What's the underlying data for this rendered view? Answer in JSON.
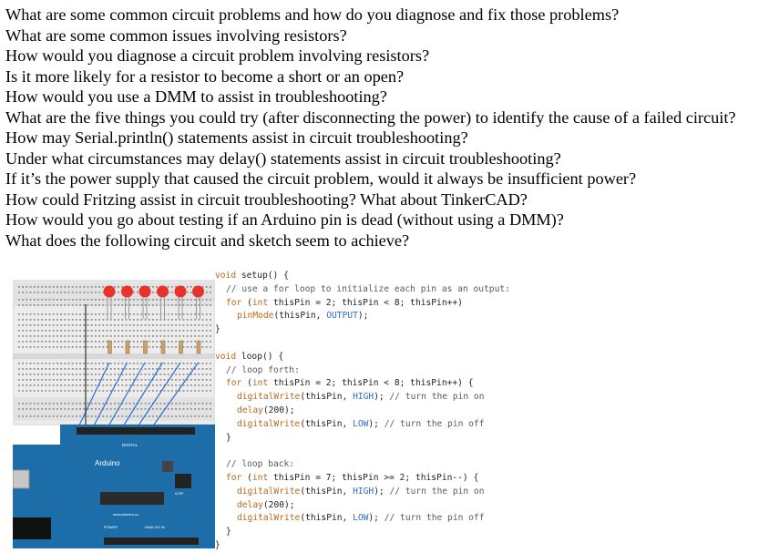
{
  "questions": [
    "What are some common circuit problems and how do you diagnose and fix those problems?",
    "What are some common issues involving resistors?",
    "How would you diagnose a circuit problem involving resistors?",
    "Is it more likely for a resistor to become a short or an open?",
    "How would you use a DMM to assist in troubleshooting?",
    "What are the five things you could try (after disconnecting the power) to identify the cause of a failed circuit?",
    "How may Serial.println() statements assist in circuit troubleshooting?",
    "Under what circumstances may delay() statements assist in circuit troubleshooting?",
    "If it’s the power supply that caused the circuit problem, would it always be insufficient power?",
    "How could Fritzing assist in circuit troubleshooting? What about TinkerCAD?",
    "How would you go about testing if an Arduino pin is dead (without using a DMM)?",
    "What does the following circuit and sketch seem to achieve?"
  ],
  "figure": {
    "board_label": "Arduino",
    "digital_label": "DIGITAL",
    "power_label": "POWER",
    "analog_label": "ANALOG IN",
    "icsp_label": "ICSP",
    "website_label": "www.arduino.cc",
    "led_color": "#e8322c",
    "board_color": "#1d6ea8"
  },
  "code": {
    "setup_sig_kw": "void",
    "setup_sig_rest": " setup() {",
    "setup_comment": "// use a for loop to initialize each pin as an output:",
    "setup_for_kw": "for",
    "setup_for_open": " (",
    "setup_for_int": "int",
    "setup_for_rest": " thisPin = 2; thisPin < 8; thisPin++)",
    "pinmode_fn": "pinMode",
    "pinmode_args_a": "(thisPin, ",
    "pinmode_const": "OUTPUT",
    "pinmode_args_b": ");",
    "setup_close": "}",
    "loop_sig_kw": "void",
    "loop_sig_rest": " loop() {",
    "forth_comment": "// loop forth:",
    "forth_for_kw": "for",
    "forth_for_open": " (",
    "forth_for_int": "int",
    "forth_for_rest": " thisPin = 2; thisPin < 8; thisPin++) {",
    "dw_fn": "digitalWrite",
    "dw_args_high_a": "(thisPin, ",
    "high_const": "HIGH",
    "dw_args_high_b": "); ",
    "turn_on_comment": "// turn the pin on",
    "delay_fn": "delay",
    "delay_args": "(200);",
    "dw_args_low_a": "(thisPin, ",
    "low_const": "LOW",
    "dw_args_low_b": "); ",
    "turn_off_comment": "// turn the pin off",
    "forth_close": "}",
    "back_comment": "// loop back:",
    "back_for_kw": "for",
    "back_for_open": " (",
    "back_for_int": "int",
    "back_for_rest": " thisPin = 7; thisPin >= 2; thisPin--) {",
    "back_close": "}",
    "loop_close": "}"
  }
}
